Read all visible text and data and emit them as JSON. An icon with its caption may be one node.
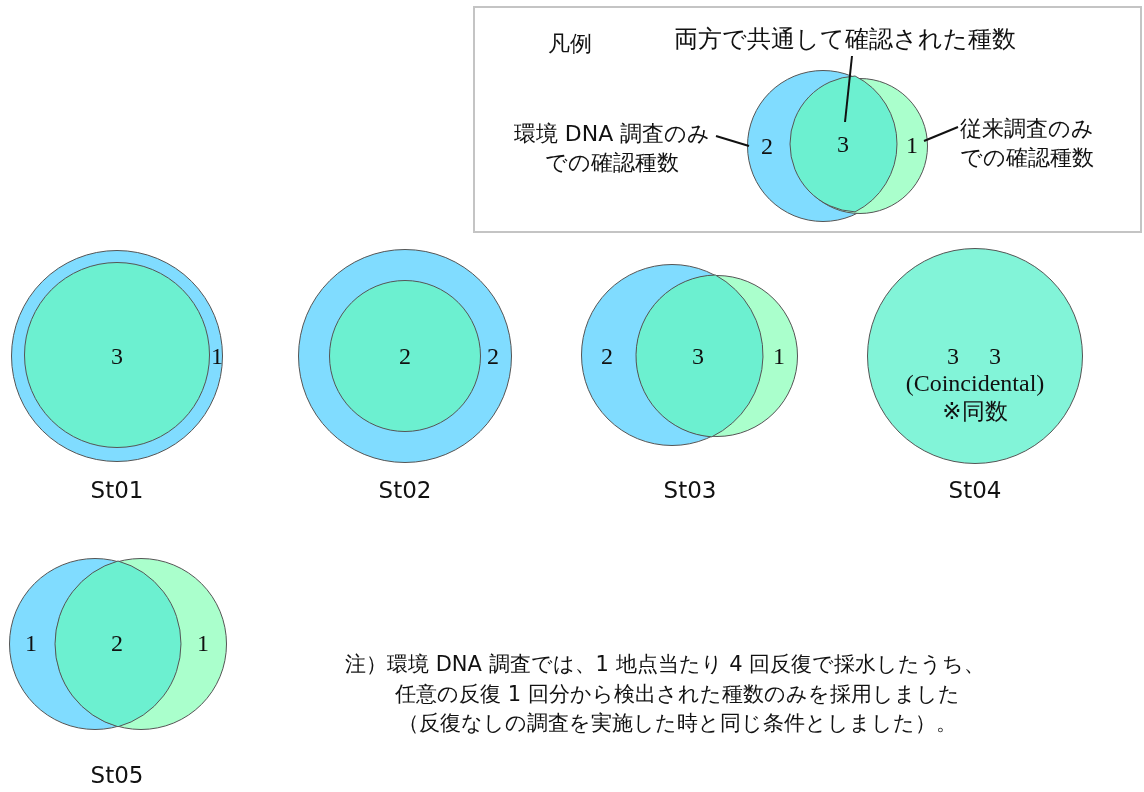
{
  "diagram": {
    "nodes": [
      {
        "text": [
          "凡例"
        ]
      },
      {
        "text": [
          "両方で共通して確認された種数"
        ],
        "in": 0
      },
      {
        "text": [
          "環境 DNA 調査のみでの確認種数"
        ],
        "in": 0
      },
      {
        "text": [
          "従来調査のみでの確認種数"
        ],
        "in": 0
      },
      {
        "text": [
          "2"
        ],
        "in": 0
      },
      {
        "text": [
          "1"
        ],
        "in": 0
      },
      {
        "text": [
          "3"
        ]
      },
      {
        "text": [
          "1"
        ],
        "beside": [
          "St01"
        ]
      },
      {
        "text": [
          "3"
        ],
        "in": 7
      },
      {
        "text": [
          "2"
        ],
        "beside": [
          "St02"
        ]
      },
      {
        "text": [
          "2"
        ],
        "in": 9
      },
      {
        "text": [
          "2"
        ],
        "beside": [
          "St03"
        ]
      },
      {
        "text": [
          "3"
        ]
      },
      {
        "text": [
          "1"
        ]
      },
      {
        "text": [
          "3",
          "3",
          "(Coincidental)",
          "※同数"
        ],
        "beside": [
          "St04"
        ]
      },
      {
        "text": [
          "1"
        ],
        "beside": [
          "St05"
        ]
      },
      {
        "text": [
          "2"
        ]
      },
      {
        "text": [
          "1"
        ]
      }
    ],
    "edges": [
      {
        "from": 1,
        "to": 6,
        "arrow": "none"
      },
      {
        "from": 2,
        "to": 4,
        "arrow": "none"
      },
      {
        "from": 3,
        "to": 5,
        "arrow": "none"
      }
    ],
    "labels": [
      "注）環境 DNA 調査では、1 地点当たり 4 回反復で採水したうち、任意の反復 1 回分から検出された種数のみを採用しました",
      "（反復なしの調査を実施した時と同じ条件としました）。"
    ]
  }
}
